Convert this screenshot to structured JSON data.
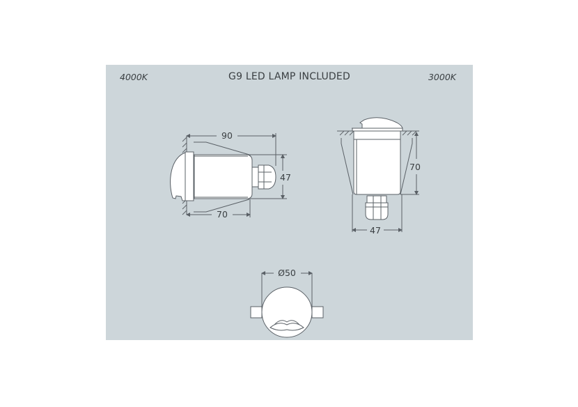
{
  "header": {
    "left_label": "4000K",
    "title": "G9 LED LAMP INCLUDED",
    "right_label": "3000K"
  },
  "side_view": {
    "overall_length": "90",
    "body_length": "70",
    "height": "47"
  },
  "front_view": {
    "height": "70",
    "width": "47"
  },
  "top_view": {
    "diameter": "Ø50"
  },
  "colors": {
    "panel_background": "#cdd6da",
    "line": "#5a6066",
    "fill": "#ffffff",
    "text": "#3a3f42"
  }
}
